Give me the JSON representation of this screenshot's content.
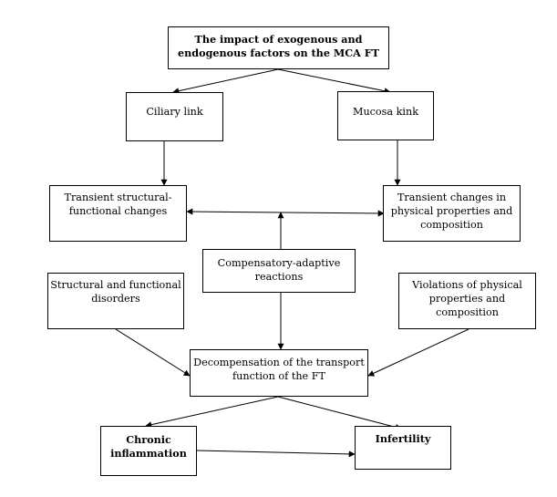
{
  "diagram": {
    "nodes": {
      "impact": {
        "label": "The impact of exogenous and\nendogenous factors on the MCA FT"
      },
      "ciliary": {
        "label": "Ciliary link"
      },
      "mucosa": {
        "label": "Mucosa kink"
      },
      "transient_structural": {
        "label": "Transient structural-\nfunctional changes"
      },
      "transient_physical": {
        "label": "Transient changes in\nphysical properties and\ncomposition"
      },
      "compensatory": {
        "label": "Compensatory-adaptive\nreactions"
      },
      "structural_disorders": {
        "label": "Structural and functional\ndisorders"
      },
      "violations": {
        "label": "Violations of physical\nproperties and\ncomposition"
      },
      "decompensation": {
        "label": "Decompensation of the transport\nfunction of the FT"
      },
      "chronic": {
        "label": "Chronic\ninflammation"
      },
      "infertility": {
        "label": "Infertility"
      }
    },
    "edges": [
      {
        "from": "impact",
        "to": "ciliary"
      },
      {
        "from": "impact",
        "to": "mucosa"
      },
      {
        "from": "ciliary",
        "to": "transient_structural"
      },
      {
        "from": "mucosa",
        "to": "transient_physical"
      },
      {
        "from": "transient_structural",
        "to": "transient_physical",
        "bidirectional": true
      },
      {
        "from": "compensatory",
        "to": "transient_structural_transient_physical_link"
      },
      {
        "from": "compensatory",
        "to": "decompensation"
      },
      {
        "from": "structural_disorders",
        "to": "decompensation"
      },
      {
        "from": "violations",
        "to": "decompensation"
      },
      {
        "from": "decompensation",
        "to": "chronic"
      },
      {
        "from": "decompensation",
        "to": "infertility"
      },
      {
        "from": "chronic",
        "to": "infertility"
      }
    ]
  }
}
